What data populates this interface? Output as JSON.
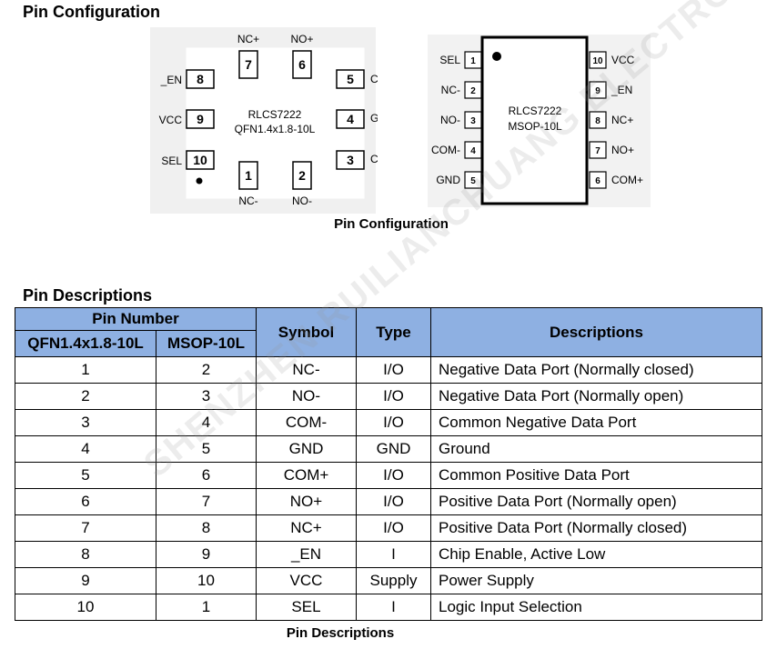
{
  "pin_config": {
    "heading": "Pin Configuration",
    "caption": "Pin Configuration",
    "qfn": {
      "part": "RLCS7222",
      "package": "QFN1.4x1.8-10L",
      "top_pins": [
        {
          "label": "NC+",
          "num": "7"
        },
        {
          "label": "NO+",
          "num": "6"
        }
      ],
      "bottom_pins": [
        {
          "label": "NC-",
          "num": "1"
        },
        {
          "label": "NO-",
          "num": "2"
        }
      ],
      "left_pins": [
        {
          "label": "_EN",
          "num": "8"
        },
        {
          "label": "VCC",
          "num": "9"
        },
        {
          "label": "SEL",
          "num": "10"
        }
      ],
      "right_pins": [
        {
          "label": "COM+",
          "num": "5"
        },
        {
          "label": "GND",
          "num": "4"
        },
        {
          "label": "COM-",
          "num": "3"
        }
      ]
    },
    "msop": {
      "part": "RLCS7222",
      "package": "MSOP-10L",
      "left_pins": [
        {
          "label": "SEL",
          "num": "1"
        },
        {
          "label": "NC-",
          "num": "2"
        },
        {
          "label": "NO-",
          "num": "3"
        },
        {
          "label": "COM-",
          "num": "4"
        },
        {
          "label": "GND",
          "num": "5"
        }
      ],
      "right_pins": [
        {
          "label": "VCC",
          "num": "10"
        },
        {
          "label": "_EN",
          "num": "9"
        },
        {
          "label": "NC+",
          "num": "8"
        },
        {
          "label": "NO+",
          "num": "7"
        },
        {
          "label": "COM+",
          "num": "6"
        }
      ]
    }
  },
  "pin_desc": {
    "heading": "Pin Descriptions",
    "caption": "Pin Descriptions",
    "headers": {
      "pin_number": "Pin Number",
      "qfn": "QFN1.4x1.8-10L",
      "msop": "MSOP-10L",
      "symbol": "Symbol",
      "type": "Type",
      "descriptions": "Descriptions"
    },
    "rows": [
      {
        "qfn": "1",
        "msop": "2",
        "symbol": "NC-",
        "type": "I/O",
        "desc": "Negative Data Port (Normally closed)"
      },
      {
        "qfn": "2",
        "msop": "3",
        "symbol": "NO-",
        "type": "I/O",
        "desc": "Negative Data Port (Normally open)"
      },
      {
        "qfn": "3",
        "msop": "4",
        "symbol": "COM-",
        "type": "I/O",
        "desc": "Common Negative Data Port"
      },
      {
        "qfn": "4",
        "msop": "5",
        "symbol": "GND",
        "type": "GND",
        "desc": "Ground"
      },
      {
        "qfn": "5",
        "msop": "6",
        "symbol": "COM+",
        "type": "I/O",
        "desc": "Common Positive Data Port"
      },
      {
        "qfn": "6",
        "msop": "7",
        "symbol": "NO+",
        "type": "I/O",
        "desc": "Positive Data Port (Normally open)"
      },
      {
        "qfn": "7",
        "msop": "8",
        "symbol": "NC+",
        "type": "I/O",
        "desc": "Positive Data Port (Normally closed)"
      },
      {
        "qfn": "8",
        "msop": "9",
        "symbol": "_EN",
        "type": "I",
        "desc": "Chip Enable, Active Low"
      },
      {
        "qfn": "9",
        "msop": "10",
        "symbol": "VCC",
        "type": "Supply",
        "desc": "Power Supply"
      },
      {
        "qfn": "10",
        "msop": "1",
        "symbol": "SEL",
        "type": "I",
        "desc": "Logic Input Selection"
      }
    ]
  },
  "watermark": "SHENZHEN RUILIANCHUANG ELECTRONICS CO., LTD"
}
